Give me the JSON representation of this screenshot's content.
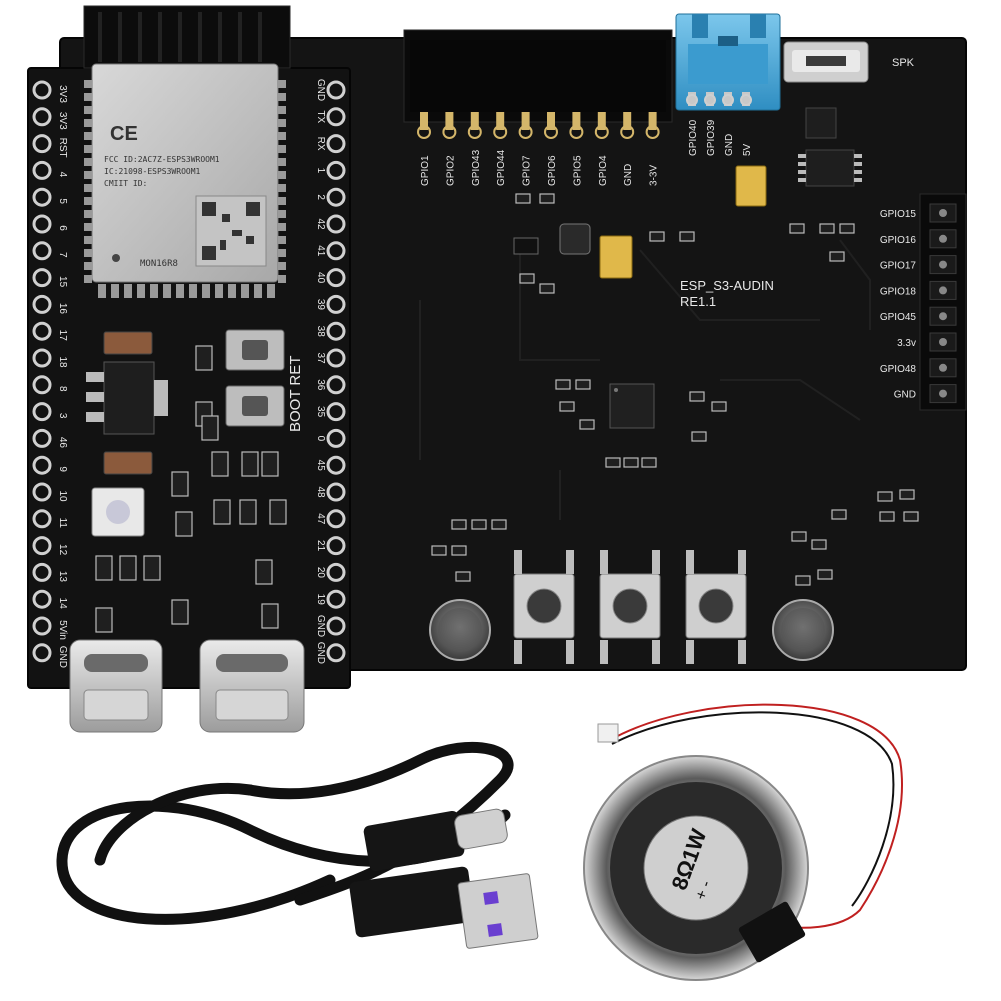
{
  "colors": {
    "pcb": "#141414",
    "pcb_edge": "#050505",
    "silkscreen": "#e8e8e8",
    "connector_blue": "#4aa8d8",
    "pin_gold": "#d4b66a",
    "pin_silver": "#bdbdbd",
    "speaker_silver": "#c9c9c9",
    "cable_black": "#111111",
    "usb_purple": "#6a3fd0",
    "wire_red": "#c02020"
  },
  "main_board": {
    "top_header_labels": [
      "GPIO1",
      "GPIO2",
      "GPIO43",
      "GPIO44",
      "GPIO7",
      "GPIO6",
      "GPIO5",
      "GPIO4",
      "GND",
      "3-3V"
    ],
    "blue_connector_labels": [
      "GPIO40",
      "GPIO39",
      "GND",
      "5V"
    ],
    "spk_label": "SPK",
    "board_name": "ESP_S3-AUDIN",
    "board_rev": "RE1.1",
    "right_header_labels": [
      "GPIO15",
      "GPIO16",
      "GPIO17",
      "GPIO18",
      "GPIO45",
      "3.3v",
      "GPIO48",
      "GND"
    ]
  },
  "dev_board": {
    "module_text": [
      "CE",
      "FCC ID:2AC7Z-ESPS3WROOM1",
      "IC:21098-ESPS3WROOM1",
      "CMIIT ID:",
      "MON16R8"
    ],
    "button_labels": "BOOT RET",
    "left_pin_labels": [
      "3V3",
      "3V3",
      "RST",
      "4",
      "5",
      "6",
      "7",
      "15",
      "16",
      "17",
      "18",
      "8",
      "3",
      "46",
      "9",
      "10",
      "11",
      "12",
      "13",
      "14",
      "5Vin",
      "GND"
    ],
    "right_pin_labels": [
      "GND",
      "TX",
      "RX",
      "1",
      "2",
      "42",
      "41",
      "40",
      "39",
      "38",
      "37",
      "36",
      "35",
      "0",
      "45",
      "48",
      "47",
      "21",
      "20",
      "19",
      "GND",
      "GND"
    ]
  },
  "speaker": {
    "label": "8Ω1W",
    "polarity": "+ -"
  },
  "accessories": {
    "cable": "usb-c-to-usb-a-cable"
  }
}
